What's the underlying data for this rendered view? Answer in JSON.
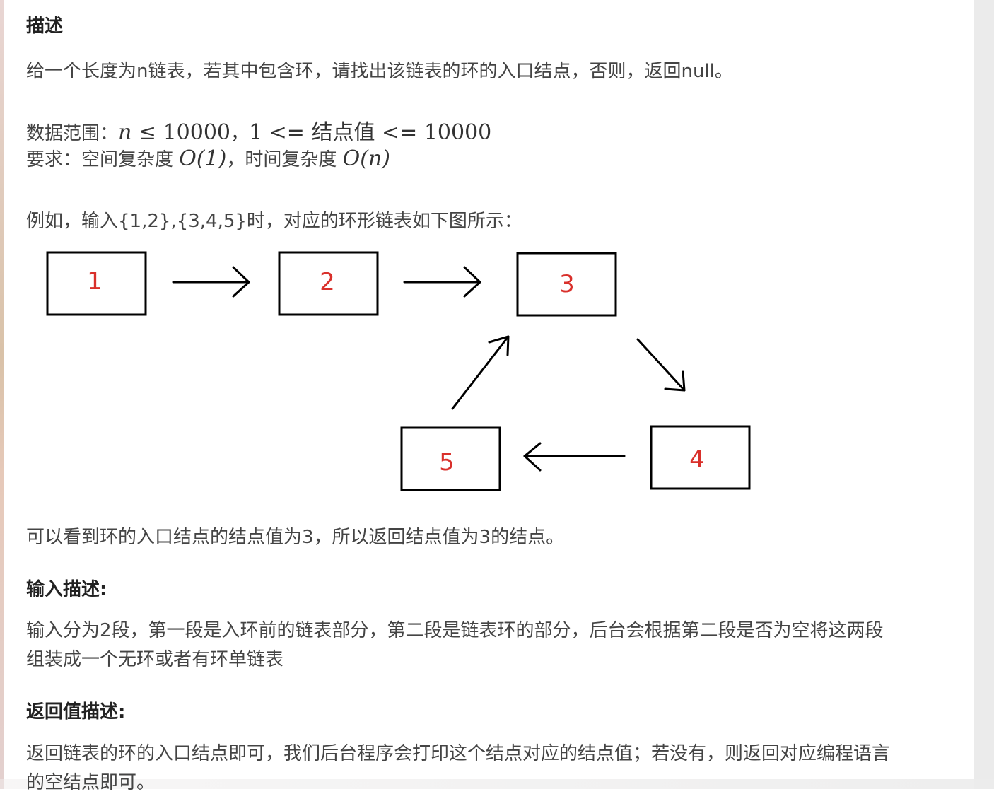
{
  "description": {
    "title": "描述",
    "intro": "给一个长度为n链表，若其中包含环，请找出该链表的环的入口结点，否则，返回null。",
    "range_label": "数据范围：",
    "range_expr": {
      "n": "n",
      "le": " ≤ ",
      "max1": "10000",
      "sep": "，",
      "one": "1",
      "lte1": " <= ",
      "node_value": "结点值",
      "lte2": " <= ",
      "max2": "10000"
    },
    "req_label": "要求：空间复杂度 ",
    "space_complexity": "O(1)",
    "req_mid": "，时间复杂度 ",
    "time_complexity": "O(n)",
    "example": "例如，输入{1,2},{3,4,5}时，对应的环形链表如下图所示：",
    "result": "可以看到环的入口结点的结点值为3，所以返回结点值为3的结点。"
  },
  "diagram": {
    "nodes": [
      "1",
      "2",
      "3",
      "4",
      "5"
    ]
  },
  "input_desc": {
    "title": "输入描述:",
    "line1": "输入分为2段，第一段是入环前的链表部分，第二段是链表环的部分，后台会根据第二段是否为空将这两段",
    "line2": "组装成一个无环或者有环单链表"
  },
  "return_desc": {
    "title": "返回值描述:",
    "line1": "返回链表的环的入口结点即可，我们后台程序会打印这个结点对应的结点值；若没有，则返回对应编程语言",
    "line2": "的空结点即可。"
  }
}
